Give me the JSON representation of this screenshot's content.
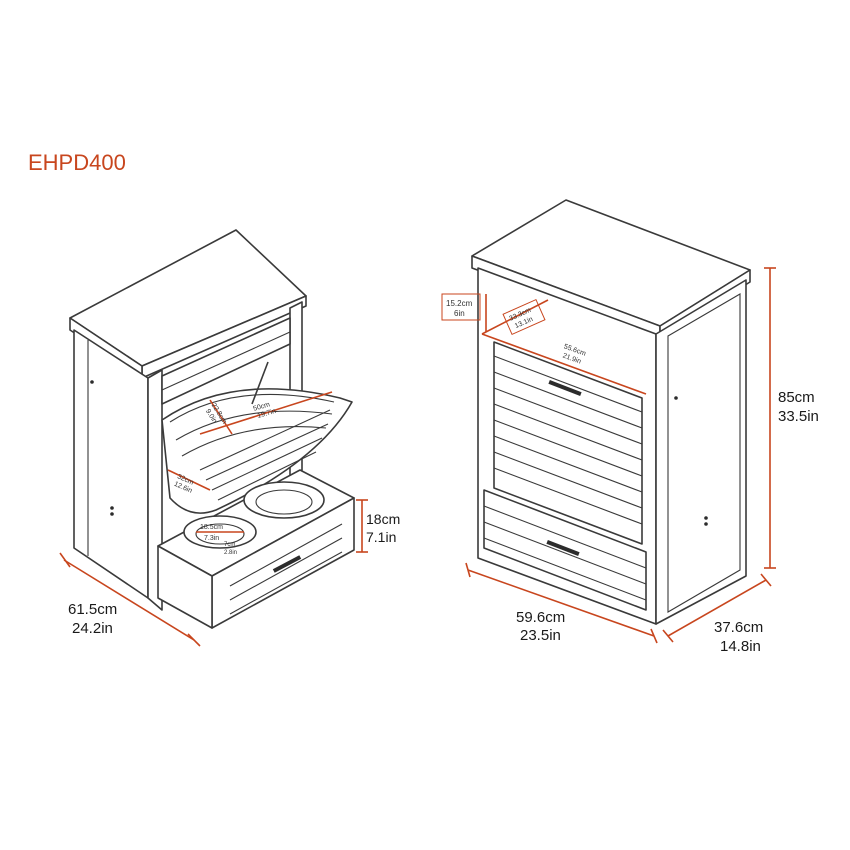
{
  "title": "EHPD400",
  "colors": {
    "accent": "#c8461e",
    "line": "#3a3a3a",
    "text": "#1a1a1a"
  },
  "left_view": {
    "depth_cm": "61.5cm",
    "depth_in": "24.2in",
    "bowl_height_cm": "18cm",
    "bowl_height_in": "7.1in",
    "bin_width_cm": "50cm",
    "bin_width_in": "19.7in",
    "bin_depth_cm": "22.8cm",
    "bin_depth_in": "9.0in",
    "bin_front_cm": "32cm",
    "bin_front_in": "12.6in",
    "bowl_dia_cm": "18.5cm",
    "bowl_dia_in": "7.3in",
    "bowl_depth_cm": "7cm",
    "bowl_depth_in": "2.8in"
  },
  "right_view": {
    "height_cm": "85cm",
    "height_in": "33.5in",
    "width_cm": "59.6cm",
    "width_in": "23.5in",
    "depth_cm": "37.6cm",
    "depth_in": "14.8in",
    "top_height_cm": "15.2cm",
    "top_height_in": "6in",
    "top_depth_cm": "33.3cm",
    "top_depth_in": "13.1in",
    "top_width_cm": "55.6cm",
    "top_width_in": "21.9in"
  }
}
